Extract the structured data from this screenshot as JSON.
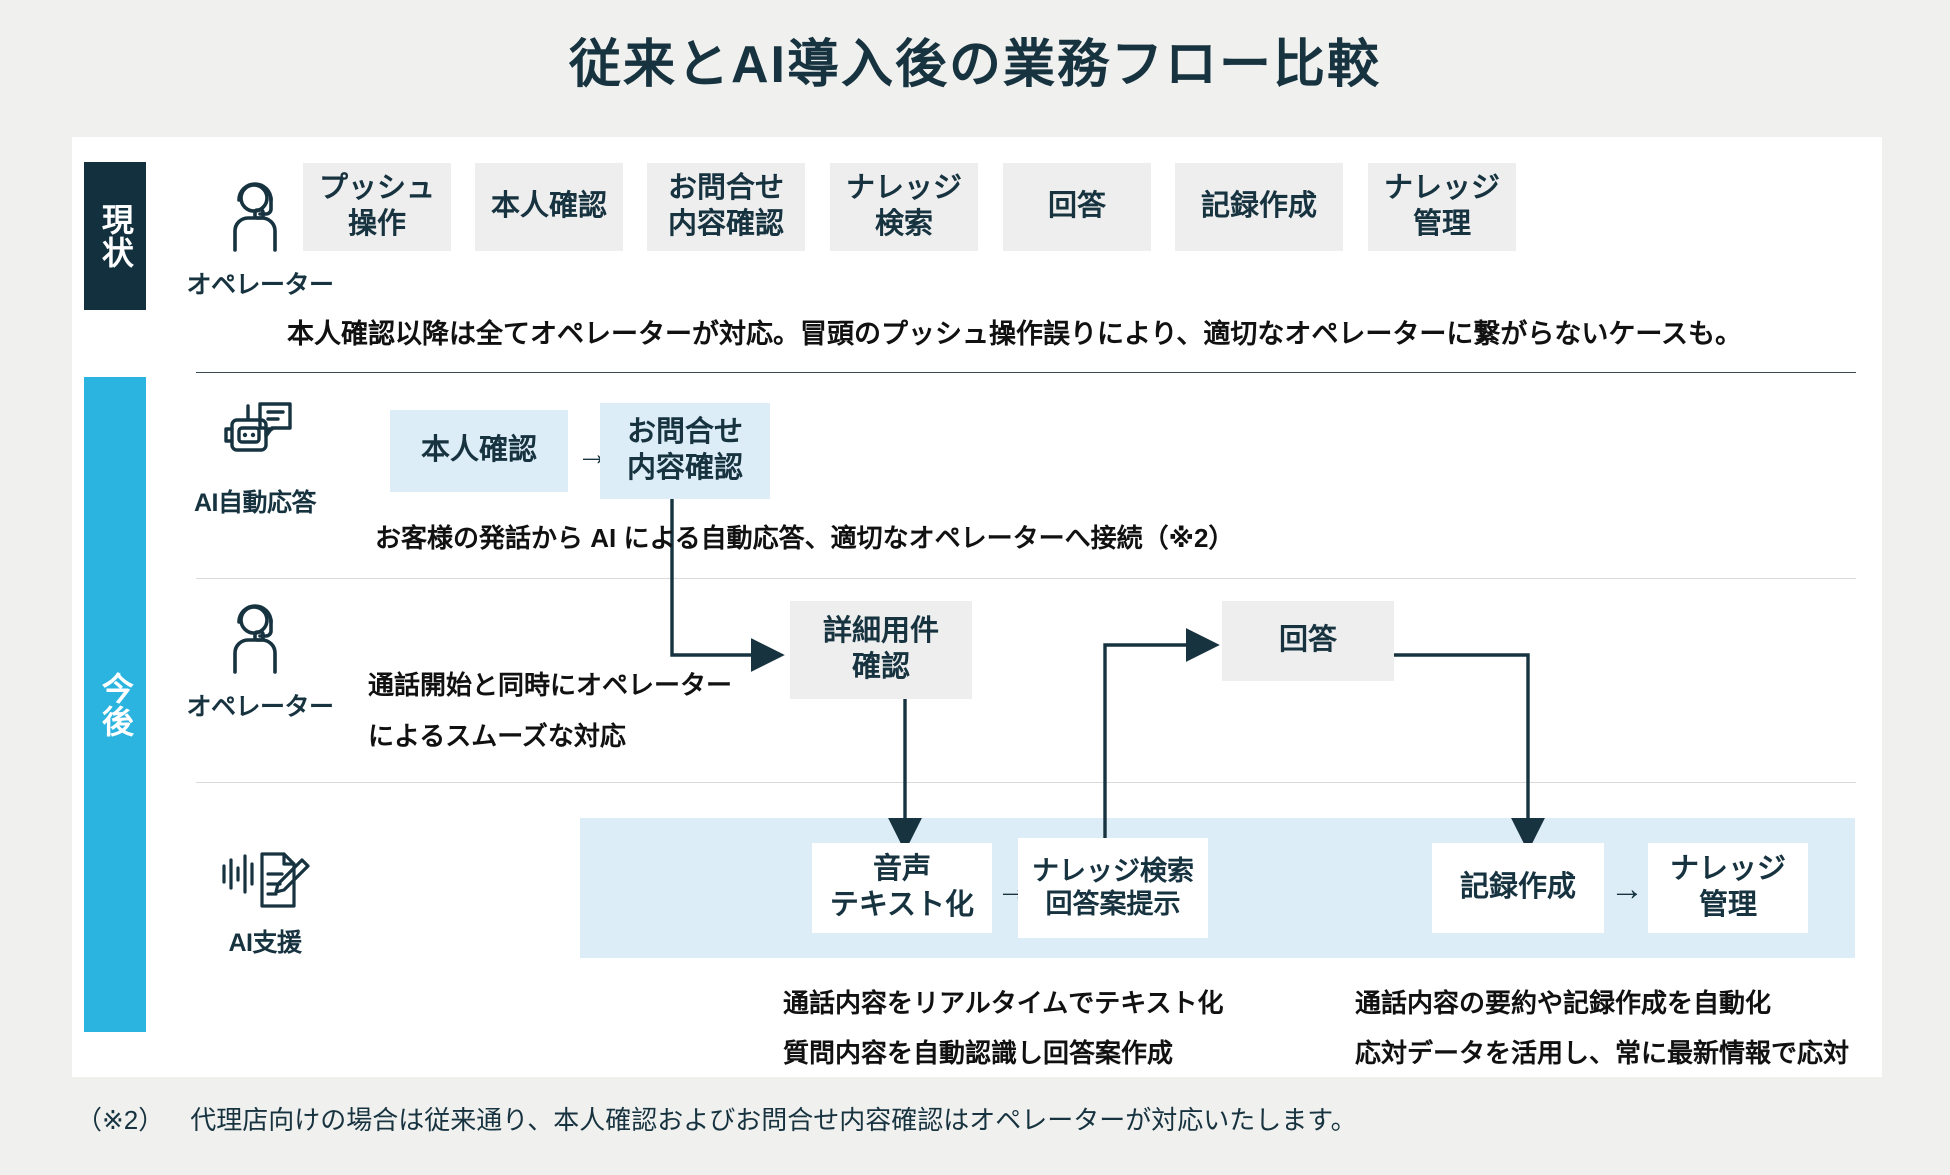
{
  "title": "従来とAI導入後の業務フロー比較",
  "phases": {
    "current": "現状",
    "future": "今後"
  },
  "roles": {
    "operator_current": {
      "label": "オペレーター",
      "icon": "headset-operator-icon"
    },
    "ai_auto": {
      "label": "AI自動応答",
      "icon": "robot-chat-icon"
    },
    "operator_future": {
      "label": "オペレーター",
      "icon": "headset-operator-icon"
    },
    "ai_assist": {
      "label": "AI支援",
      "icon": "waveform-document-pencil-icon"
    }
  },
  "current_row": {
    "steps": [
      "プッシュ\n操作",
      "本人確認",
      "お問合せ\n内容確認",
      "ナレッジ\n検索",
      "回答",
      "記録作成",
      "ナレッジ\n管理"
    ],
    "steps_flat": [
      {
        "l1": "プッシュ",
        "l2": "操作"
      },
      {
        "l1": "本人確認",
        "l2": ""
      },
      {
        "l1": "お問合せ",
        "l2": "内容確認"
      },
      {
        "l1": "ナレッジ",
        "l2": "検索"
      },
      {
        "l1": "回答",
        "l2": ""
      },
      {
        "l1": "記録作成",
        "l2": ""
      },
      {
        "l1": "ナレッジ",
        "l2": "管理"
      }
    ],
    "caption": "本人確認以降は全てオペレーターが対応。冒頭のプッシュ操作誤りにより、適切なオペレーターに繋がらないケースも。"
  },
  "ai_auto_row": {
    "steps": [
      {
        "l1": "本人確認",
        "l2": ""
      },
      {
        "l1": "お問合せ",
        "l2": "内容確認"
      }
    ],
    "arrow": "→",
    "caption": "お客様の発話から AI による自動応答、適切なオペレーターへ接続（※2）"
  },
  "operator_future_row": {
    "caption_line1": "通話開始と同時にオペレーター",
    "caption_line2": "によるスムーズな対応",
    "steps": [
      {
        "l1": "詳細用件",
        "l2": "確認"
      },
      {
        "l1": "回答",
        "l2": ""
      }
    ]
  },
  "ai_assist_row": {
    "steps": [
      {
        "l1": "音声",
        "l2": "テキスト化"
      },
      {
        "l1": "ナレッジ検索",
        "l2": "回答案提示"
      },
      {
        "l1": "記録作成",
        "l2": ""
      },
      {
        "l1": "ナレッジ",
        "l2": "管理"
      }
    ],
    "arrow": "→",
    "caption_left_line1": "通話内容をリアルタイムでテキスト化",
    "caption_left_line2": "質問内容を自動認識し回答案作成",
    "caption_right_line1": "通話内容の要約や記録作成を自動化",
    "caption_right_line2": "応対データを活用し、常に最新情報で応対"
  },
  "footnote": {
    "mark": "（※2）",
    "text": "代理店向けの場合は従来通り、本人確認およびお問合せ内容確認はオペレーターが対応いたします。"
  },
  "colors": {
    "background": "#f0f0ee",
    "card": "#ffffff",
    "ink": "#173340",
    "phase_current": "#12303d",
    "phase_future": "#2bb4df",
    "box_grey": "#eeeeee",
    "box_blue": "#dcedf7"
  }
}
